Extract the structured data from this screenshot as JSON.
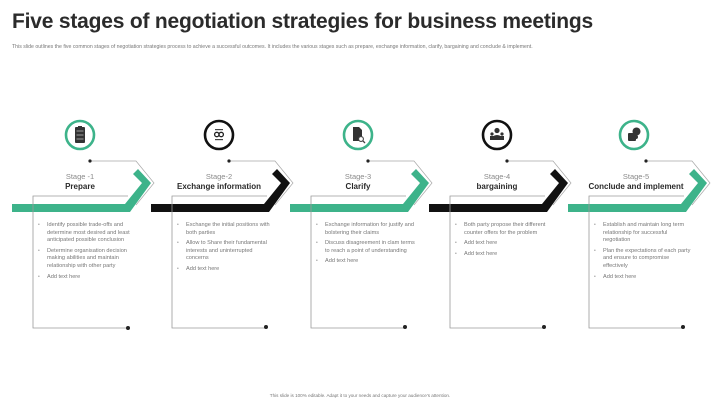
{
  "header": {
    "title": "Five stages of negotiation strategies for business meetings",
    "subtitle": "This slide outlines the five common stages of negotiation strategies process to achieve a successful outcomes. It includes the various stages such as prepare, exchange information, clarify, bargaining and conclude & implement."
  },
  "colors": {
    "green": "#3db38a",
    "black": "#111111",
    "connector": "#9a9a9a"
  },
  "stages": [
    {
      "number": "Stage -1",
      "name": "Prepare",
      "icon": "clipboard-document-icon",
      "color": "green",
      "bullets": [
        "Identify possible trade-offs and determine most desired and least anticipated possible conclusion",
        "Determine organisation decision making abilities and maintain relationship with other party",
        "Add text here"
      ]
    },
    {
      "number": "Stage-2",
      "name": "Exchange information",
      "icon": "exchange-badge-icon",
      "color": "black",
      "bullets": [
        "Exchange the initial positions with both parties",
        "Allow to Share their fundamental interests and uninterrupted  concerns",
        "Add text here"
      ]
    },
    {
      "number": "Stage-3",
      "name": "Clarify",
      "icon": "document-search-icon",
      "color": "green",
      "bullets": [
        "Exchange information for justify and bolstering their claims",
        "Discuss disagreement in clam terms to reach a point of understanding",
        "Add text here"
      ]
    },
    {
      "number": "Stage-4",
      "name": "bargaining",
      "icon": "meeting-people-icon",
      "color": "black",
      "bullets": [
        "Both party propose their different counter offers for the problem",
        "Add text here",
        "Add text here"
      ]
    },
    {
      "number": "Stage-5",
      "name": "Conclude and implement",
      "icon": "puzzle-gears-icon",
      "color": "green",
      "bullets": [
        "Establish and maintain long term relationship for successful negotiation",
        "Plan the expectations of each party and ensure to compromise effectively",
        "Add text here"
      ]
    }
  ],
  "footer": {
    "note": "This slide is 100% editable. Adapt it to your needs and capture your audience's attention."
  }
}
